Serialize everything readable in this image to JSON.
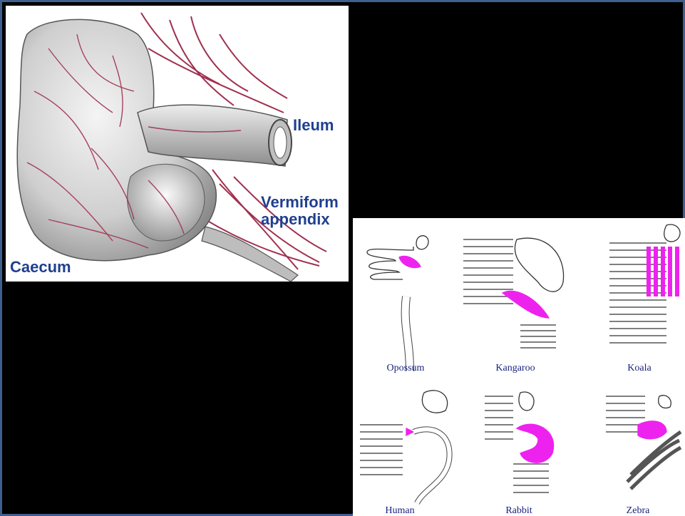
{
  "anatomy": {
    "labels": {
      "ileum": "Ileum",
      "vermiform_line1": "Vermiform",
      "vermiform_line2": "appendix",
      "caecum": "Caecum"
    },
    "colors": {
      "label": "#1f3f8f",
      "vessel": "#a0304f",
      "tissue": "#d9d9d9"
    }
  },
  "comparison": {
    "species": [
      {
        "name": "Opossum"
      },
      {
        "name": "Kangaroo"
      },
      {
        "name": "Koala"
      },
      {
        "name": "Human"
      },
      {
        "name": "Rabbit"
      },
      {
        "name": "Zebra"
      }
    ],
    "colors": {
      "label": "#1a237e",
      "caecum_highlight": "#ee22ee",
      "outline": "#333333"
    }
  }
}
